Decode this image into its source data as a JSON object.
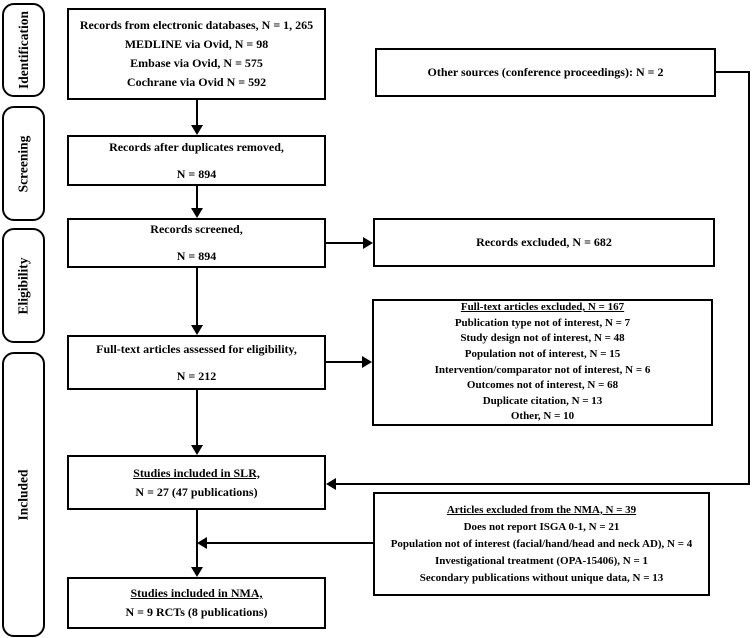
{
  "stages": {
    "identification": "Identification",
    "screening": "Screening",
    "eligibility": "Eligibility",
    "included": "Included"
  },
  "boxes": {
    "databases": {
      "lines": [
        "Records from electronic databases, N = 1, 265",
        "MEDLINE via Ovid, N = 98",
        "Embase via Ovid, N = 575",
        "Cochrane via Ovid N = 592"
      ]
    },
    "duplicates_removed": {
      "line1": "Records after duplicates removed,",
      "line2": "N = 894"
    },
    "records_screened": {
      "line1": "Records screened,",
      "line2": "N = 894"
    },
    "fulltext_assessed": {
      "line1": "Full-text articles assessed for eligibility,",
      "line2": "N = 212"
    },
    "slr_included": {
      "title": "Studies included in SLR,",
      "line2": "N = 27 (47 publications)"
    },
    "nma_included": {
      "title": "Studies included in NMA,",
      "line2": "N = 9 RCTs (8 publications)"
    },
    "other_sources": {
      "text": "Other sources (conference proceedings): N = 2"
    },
    "records_excluded": {
      "text": "Records excluded, N = 682"
    },
    "fulltext_excluded": {
      "title": "Full-text articles excluded, N = 167",
      "items": [
        "Publication type not of interest, N = 7",
        "Study design not of interest, N = 48",
        "Population not of interest, N = 15",
        "Intervention/comparator not of interest, N = 6",
        "Outcomes not of interest, N = 68",
        "Duplicate citation, N = 13",
        "Other, N = 10"
      ]
    },
    "nma_excluded": {
      "title": "Articles excluded from the NMA, N = 39",
      "items": [
        "Does not report ISGA 0-1, N = 21",
        "Population not of interest (facial/hand/head and neck AD), N = 4",
        "Investigational treatment (OPA-15406), N = 1",
        "Secondary publications without unique data, N = 13"
      ]
    }
  }
}
